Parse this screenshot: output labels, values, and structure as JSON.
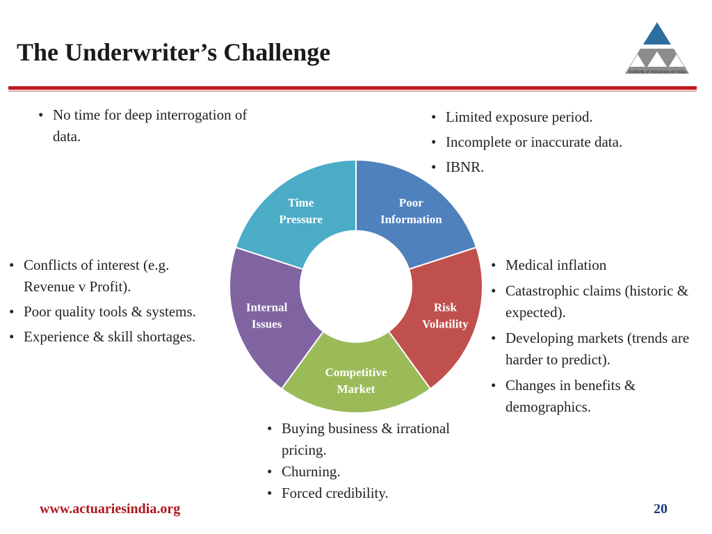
{
  "slide": {
    "title": "The Underwriter’s Challenge",
    "logo_caption": "Institute of Actuaries of India",
    "footer_url": "www.actuariesindia.org",
    "page_number": "20"
  },
  "segments": [
    {
      "line1": "Time",
      "line2": "Pressure",
      "color": "#4bacc6"
    },
    {
      "line1": "Poor",
      "line2": "Information",
      "color": "#4f81bd"
    },
    {
      "line1": "Risk",
      "line2": "Volatility",
      "color": "#c0504d"
    },
    {
      "line1": "Competitive",
      "line2": "Market",
      "color": "#9bbb59"
    },
    {
      "line1": "Internal",
      "line2": "Issues",
      "color": "#8064a2"
    }
  ],
  "bullets": {
    "time_pressure": [
      "No time for deep interrogation of data."
    ],
    "poor_information": [
      "Limited exposure period.",
      "Incomplete or inaccurate data.",
      "IBNR."
    ],
    "internal_issues": [
      "Conflicts of interest (e.g. Revenue v Profit).",
      "Poor quality tools & systems.",
      "Experience & skill shortages."
    ],
    "risk_volatility": [
      "Medical inflation",
      "Catastrophic claims (historic & expected).",
      "Developing markets (trends are harder to predict).",
      "Changes in benefits & demographics."
    ],
    "competitive_market": [
      "Buying business & irrational pricing.",
      "Churning.",
      "Forced credibility."
    ]
  }
}
